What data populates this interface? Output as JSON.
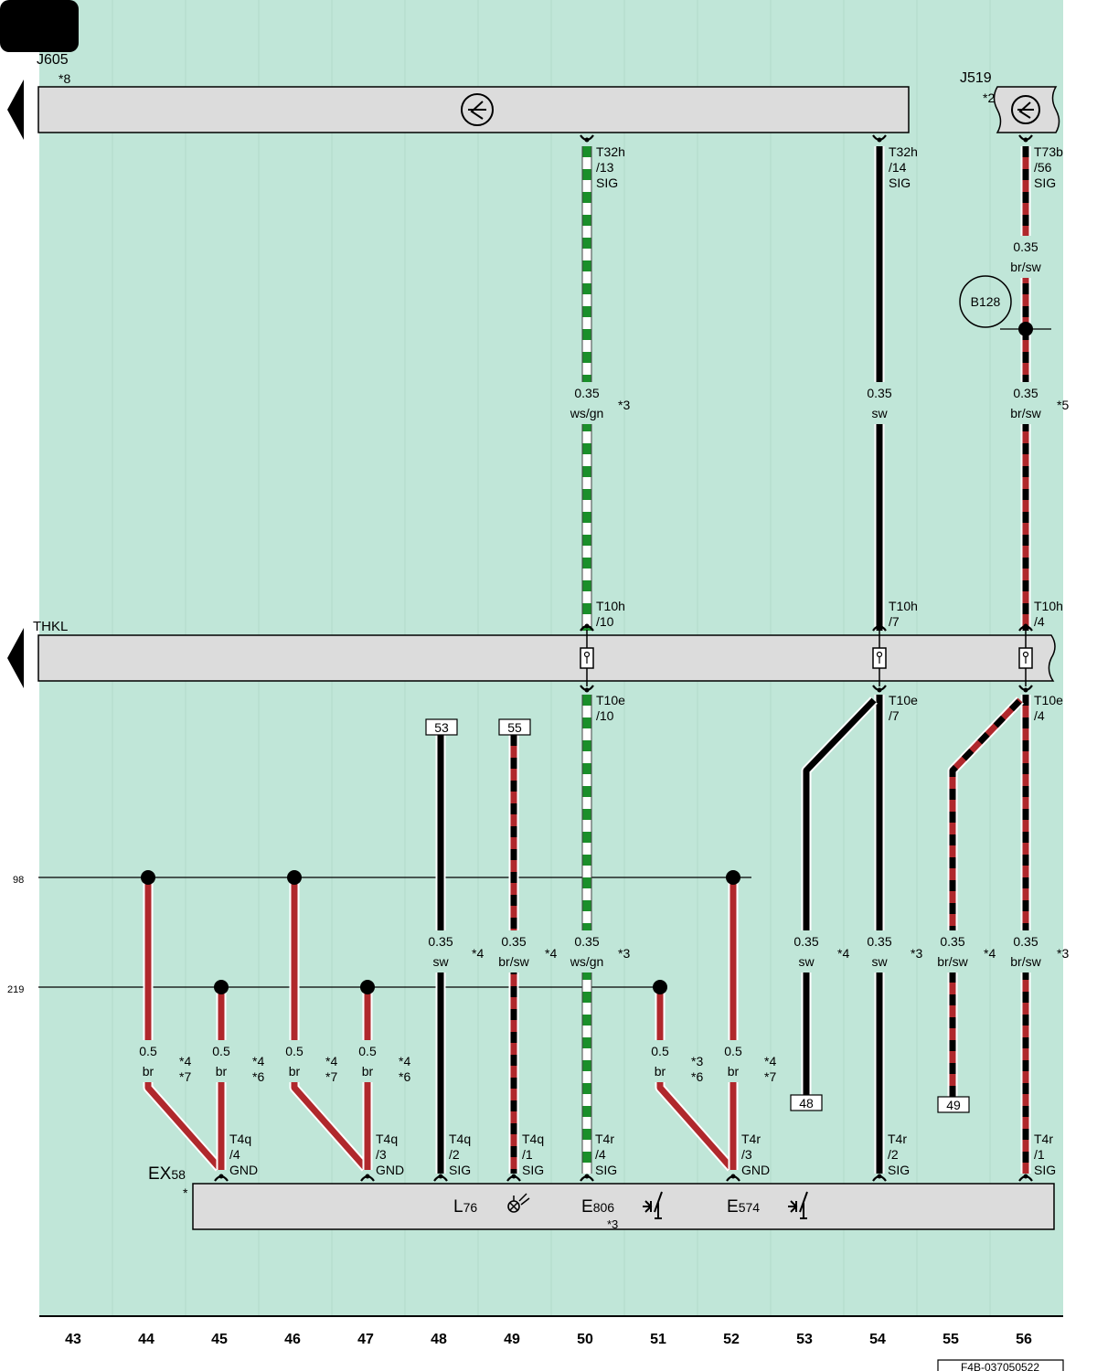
{
  "colors": {
    "background": "#c0e6d8",
    "component_fill": "#dcdcdc",
    "brown": "#b0282c",
    "black": "#000000",
    "green": "#1a8f2a",
    "white": "#ffffff"
  },
  "components": {
    "j605": {
      "label": "J605",
      "note": "*8"
    },
    "j519": {
      "label": "J519",
      "note": "*2"
    },
    "thkl": {
      "label": "THKL"
    },
    "ex58": {
      "label": "EX",
      "sub": "58",
      "note": "*"
    },
    "l76": {
      "label": "L",
      "sub": "76"
    },
    "e806": {
      "label": "E",
      "sub": "806",
      "note": "*3"
    },
    "e574": {
      "label": "E",
      "sub": "574"
    },
    "b128": {
      "label": "B128"
    }
  },
  "bus_labels": [
    "98",
    "219"
  ],
  "connector_labels": [
    {
      "lines": [
        "T32h",
        "/13",
        "SIG"
      ]
    },
    {
      "lines": [
        "T32h",
        "/14",
        "SIG"
      ]
    },
    {
      "lines": [
        "T73b",
        "/56",
        "SIG"
      ]
    },
    {
      "lines": [
        "T10h",
        "/10"
      ]
    },
    {
      "lines": [
        "T10h",
        "/7"
      ]
    },
    {
      "lines": [
        "T10h",
        "/4"
      ]
    },
    {
      "lines": [
        "T10e",
        "/10"
      ]
    },
    {
      "lines": [
        "T10e",
        "/7"
      ]
    },
    {
      "lines": [
        "T10e",
        "/4"
      ]
    },
    {
      "lines": [
        "T4q",
        "/4",
        "GND"
      ]
    },
    {
      "lines": [
        "T4q",
        "/3",
        "GND"
      ]
    },
    {
      "lines": [
        "T4q",
        "/2",
        "SIG"
      ]
    },
    {
      "lines": [
        "T4q",
        "/1",
        "SIG"
      ]
    },
    {
      "lines": [
        "T4r",
        "/4",
        "SIG"
      ]
    },
    {
      "lines": [
        "T4r",
        "/3",
        "GND"
      ]
    },
    {
      "lines": [
        "T4r",
        "/2",
        "SIG"
      ]
    },
    {
      "lines": [
        "T4r",
        "/1",
        "SIG"
      ]
    }
  ],
  "wire_labels": [
    {
      "size": "0.35",
      "color": "ws/gn",
      "note": "*3"
    },
    {
      "size": "0.35",
      "color": "sw",
      "note": ""
    },
    {
      "size": "0.35",
      "color": "br/sw",
      "note": ""
    },
    {
      "size": "0.35",
      "color": "br/sw",
      "note": "*5"
    },
    {
      "size": "0.35",
      "color": "sw",
      "note": "*4"
    },
    {
      "size": "0.35",
      "color": "br/sw",
      "note": "*4"
    },
    {
      "size": "0.35",
      "color": "ws/gn",
      "note": "*3"
    },
    {
      "size": "0.35",
      "color": "sw",
      "note": "*4"
    },
    {
      "size": "0.35",
      "color": "sw",
      "note": "*3"
    },
    {
      "size": "0.35",
      "color": "br/sw",
      "note": "*4"
    },
    {
      "size": "0.35",
      "color": "br/sw",
      "note": "*3"
    },
    {
      "size": "0.5",
      "color": "br",
      "note": "*4\n*7"
    },
    {
      "size": "0.5",
      "color": "br",
      "note": "*4\n*6"
    },
    {
      "size": "0.5",
      "color": "br",
      "note": "*4\n*7"
    },
    {
      "size": "0.5",
      "color": "br",
      "note": "*4\n*6"
    },
    {
      "size": "0.5",
      "color": "br",
      "note": "*3\n*6"
    },
    {
      "size": "0.5",
      "color": "br",
      "note": "*4\n*7"
    }
  ],
  "references": [
    "53",
    "55",
    "48",
    "49"
  ],
  "column_numbers": [
    "43",
    "44",
    "45",
    "46",
    "47",
    "48",
    "49",
    "50",
    "51",
    "52",
    "53",
    "54",
    "55",
    "56"
  ],
  "footer_code": "F4B-037050522"
}
